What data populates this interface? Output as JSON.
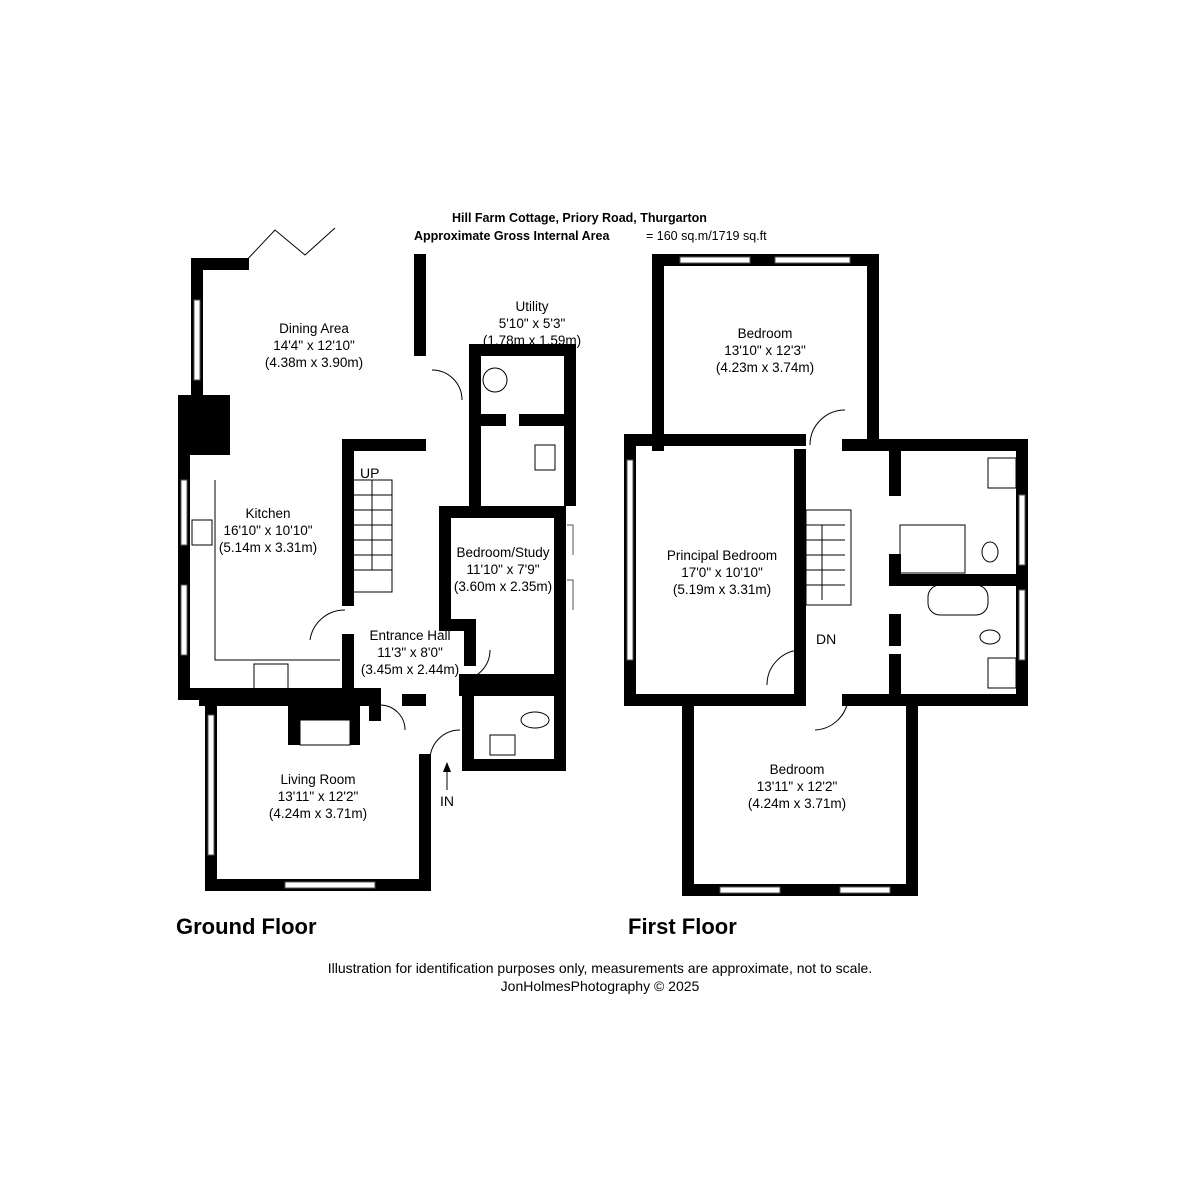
{
  "header": {
    "title": "Hill Farm Cottage, Priory Road, Thurgarton",
    "area_label": "Approximate Gross Internal Area",
    "area_value": "= 160 sq.m/1719 sq.ft"
  },
  "ground_floor": {
    "label": "Ground Floor",
    "rooms": [
      {
        "name": "Dining Area",
        "imperial": "14'4\" x 12'10\"",
        "metric": "(4.38m x 3.90m)"
      },
      {
        "name": "Kitchen",
        "imperial": "16'10\" x 10'10\"",
        "metric": "(5.14m x 3.31m)"
      },
      {
        "name": "Utility",
        "imperial": "5'10\" x 5'3\"",
        "metric": "(1.78m x 1.59m)"
      },
      {
        "name": "Bedroom/Study",
        "imperial": "11'10\" x 7'9\"",
        "metric": "(3.60m x 2.35m)"
      },
      {
        "name": "Entrance Hall",
        "imperial": "11'3\" x 8'0\"",
        "metric": "(3.45m x 2.44m)"
      },
      {
        "name": "Living Room",
        "imperial": "13'11\" x 12'2\"",
        "metric": "(4.24m x 3.71m)"
      }
    ],
    "stairs_label": "UP",
    "entrance_label": "IN"
  },
  "first_floor": {
    "label": "First Floor",
    "rooms": [
      {
        "name": "Bedroom",
        "imperial": "13'10\" x 12'3\"",
        "metric": "(4.23m x 3.74m)"
      },
      {
        "name": "Principal Bedroom",
        "imperial": "17'0\" x 10'10\"",
        "metric": "(5.19m x 3.31m)"
      },
      {
        "name": "Bedroom",
        "imperial": "13'11\" x 12'2\"",
        "metric": "(4.24m x 3.71m)"
      }
    ],
    "stairs_label": "DN"
  },
  "footer": {
    "disclaimer": "Illustration for identification purposes only, measurements are approximate, not to scale.",
    "credit": "JonHolmesPhotography © 2025"
  }
}
